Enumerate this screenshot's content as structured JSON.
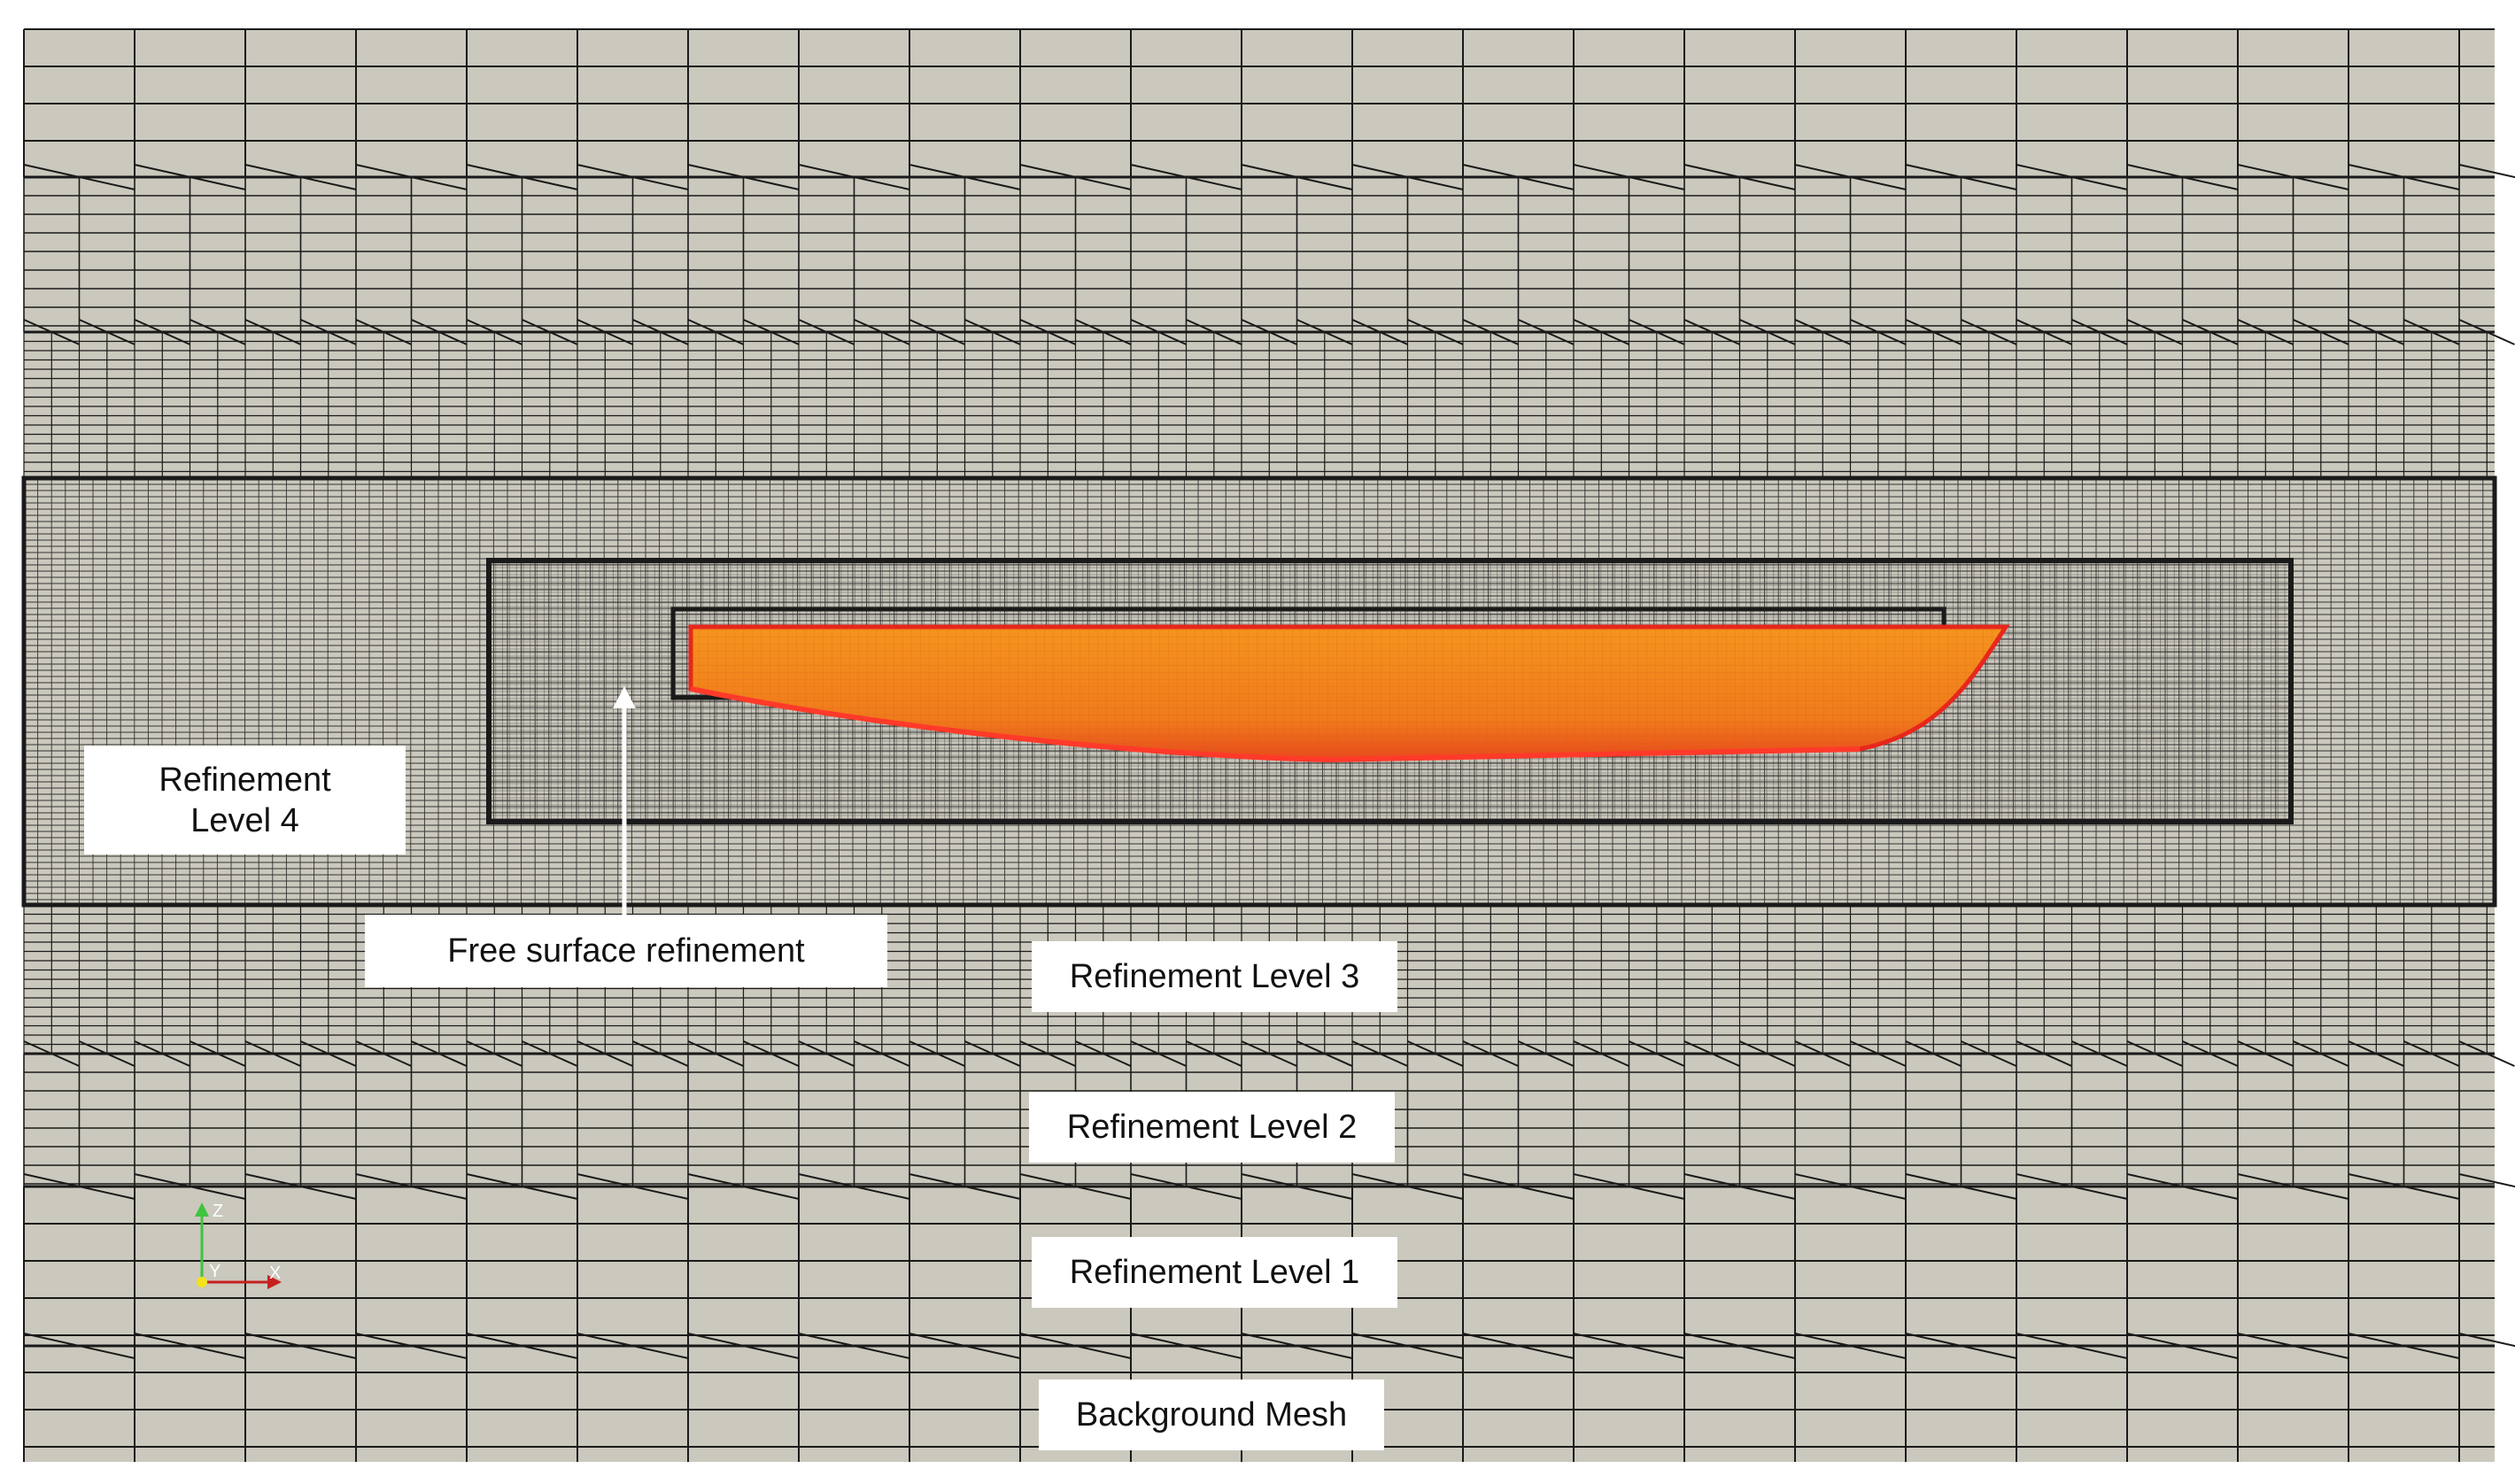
{
  "labels": {
    "refinement_level_4_line1": "Refinement",
    "refinement_level_4_line2": "Level 4",
    "free_surface": "Free surface refinement",
    "refinement_level_3": "Refinement Level 3",
    "refinement_level_2": "Refinement Level 2",
    "refinement_level_1": "Refinement Level 1",
    "background_mesh": "Background Mesh"
  },
  "axis_triad": {
    "z": "Z",
    "y": "Y",
    "x": "X"
  },
  "colors": {
    "mesh_background": "#cbc8bd",
    "mesh_line": "#1a1a1a",
    "hull_fill": "#f08a1e",
    "hull_edge": "#e8261c",
    "annotation_arrow": "#ffffff",
    "axis_z": "#3ec43e",
    "axis_x": "#c62020",
    "axis_y": "#f2e21a"
  }
}
